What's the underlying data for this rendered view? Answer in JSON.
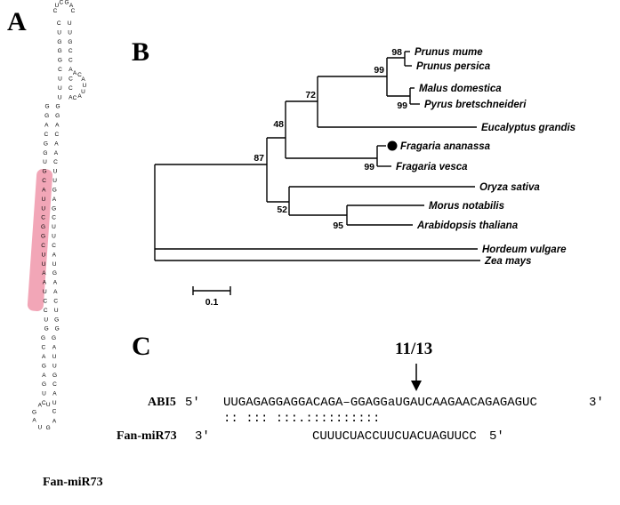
{
  "panels": {
    "a": "A",
    "b": "B",
    "c": "C"
  },
  "panel_a": {
    "label": "Fan-miR73",
    "highlight_color": "#f2a6b7",
    "stem_left": "CUGGGCUUUGGACGGUGCAUUCGGCUUAAUCCUGGCAGAGUC",
    "stem_right": "UUGCCACCAGGACAACUUGAGCUUCAUGAACUGGGAUUGCAU",
    "loop_top": [
      "C",
      "U",
      "C",
      "G",
      "A",
      "C"
    ],
    "loop_side": [
      "A",
      "C",
      "A",
      "U",
      "U",
      "A",
      "C"
    ],
    "loop_bottom": [
      "G",
      "A",
      "U",
      "C",
      "A",
      "G",
      "U",
      "A"
    ]
  },
  "tree": {
    "taxa": [
      "Prunus mume",
      "Prunus persica",
      "Malus domestica",
      "Pyrus bretschneideri",
      "Eucalyptus grandis",
      "Fragaria ananassa",
      "Fragaria vesca",
      "Oryza sativa",
      "Morus notabilis",
      "Arabidopsis thaliana",
      "Hordeum vulgare",
      "Zea mays"
    ],
    "bootstraps": [
      "98",
      "99",
      "99",
      "72",
      "48",
      "87",
      "99",
      "52",
      "95"
    ],
    "scale_label": "0.1",
    "marker": "filled-circle"
  },
  "panel_c": {
    "site_label": "11/13",
    "target_name": "ABI5",
    "target_five": "5'",
    "target_seq": "UUGAGAGGAGGACAGA–GGAGGaUGAUCAAGAACAGAGAGUC",
    "target_three": "3'",
    "pairing": ":: ::: :::.::::::::::",
    "mirna_name": "Fan-miR73",
    "mirna_three": "3'",
    "mirna_seq": "CUUUCUACCUUCUACUAGUUCC",
    "mirna_five": "5'"
  }
}
